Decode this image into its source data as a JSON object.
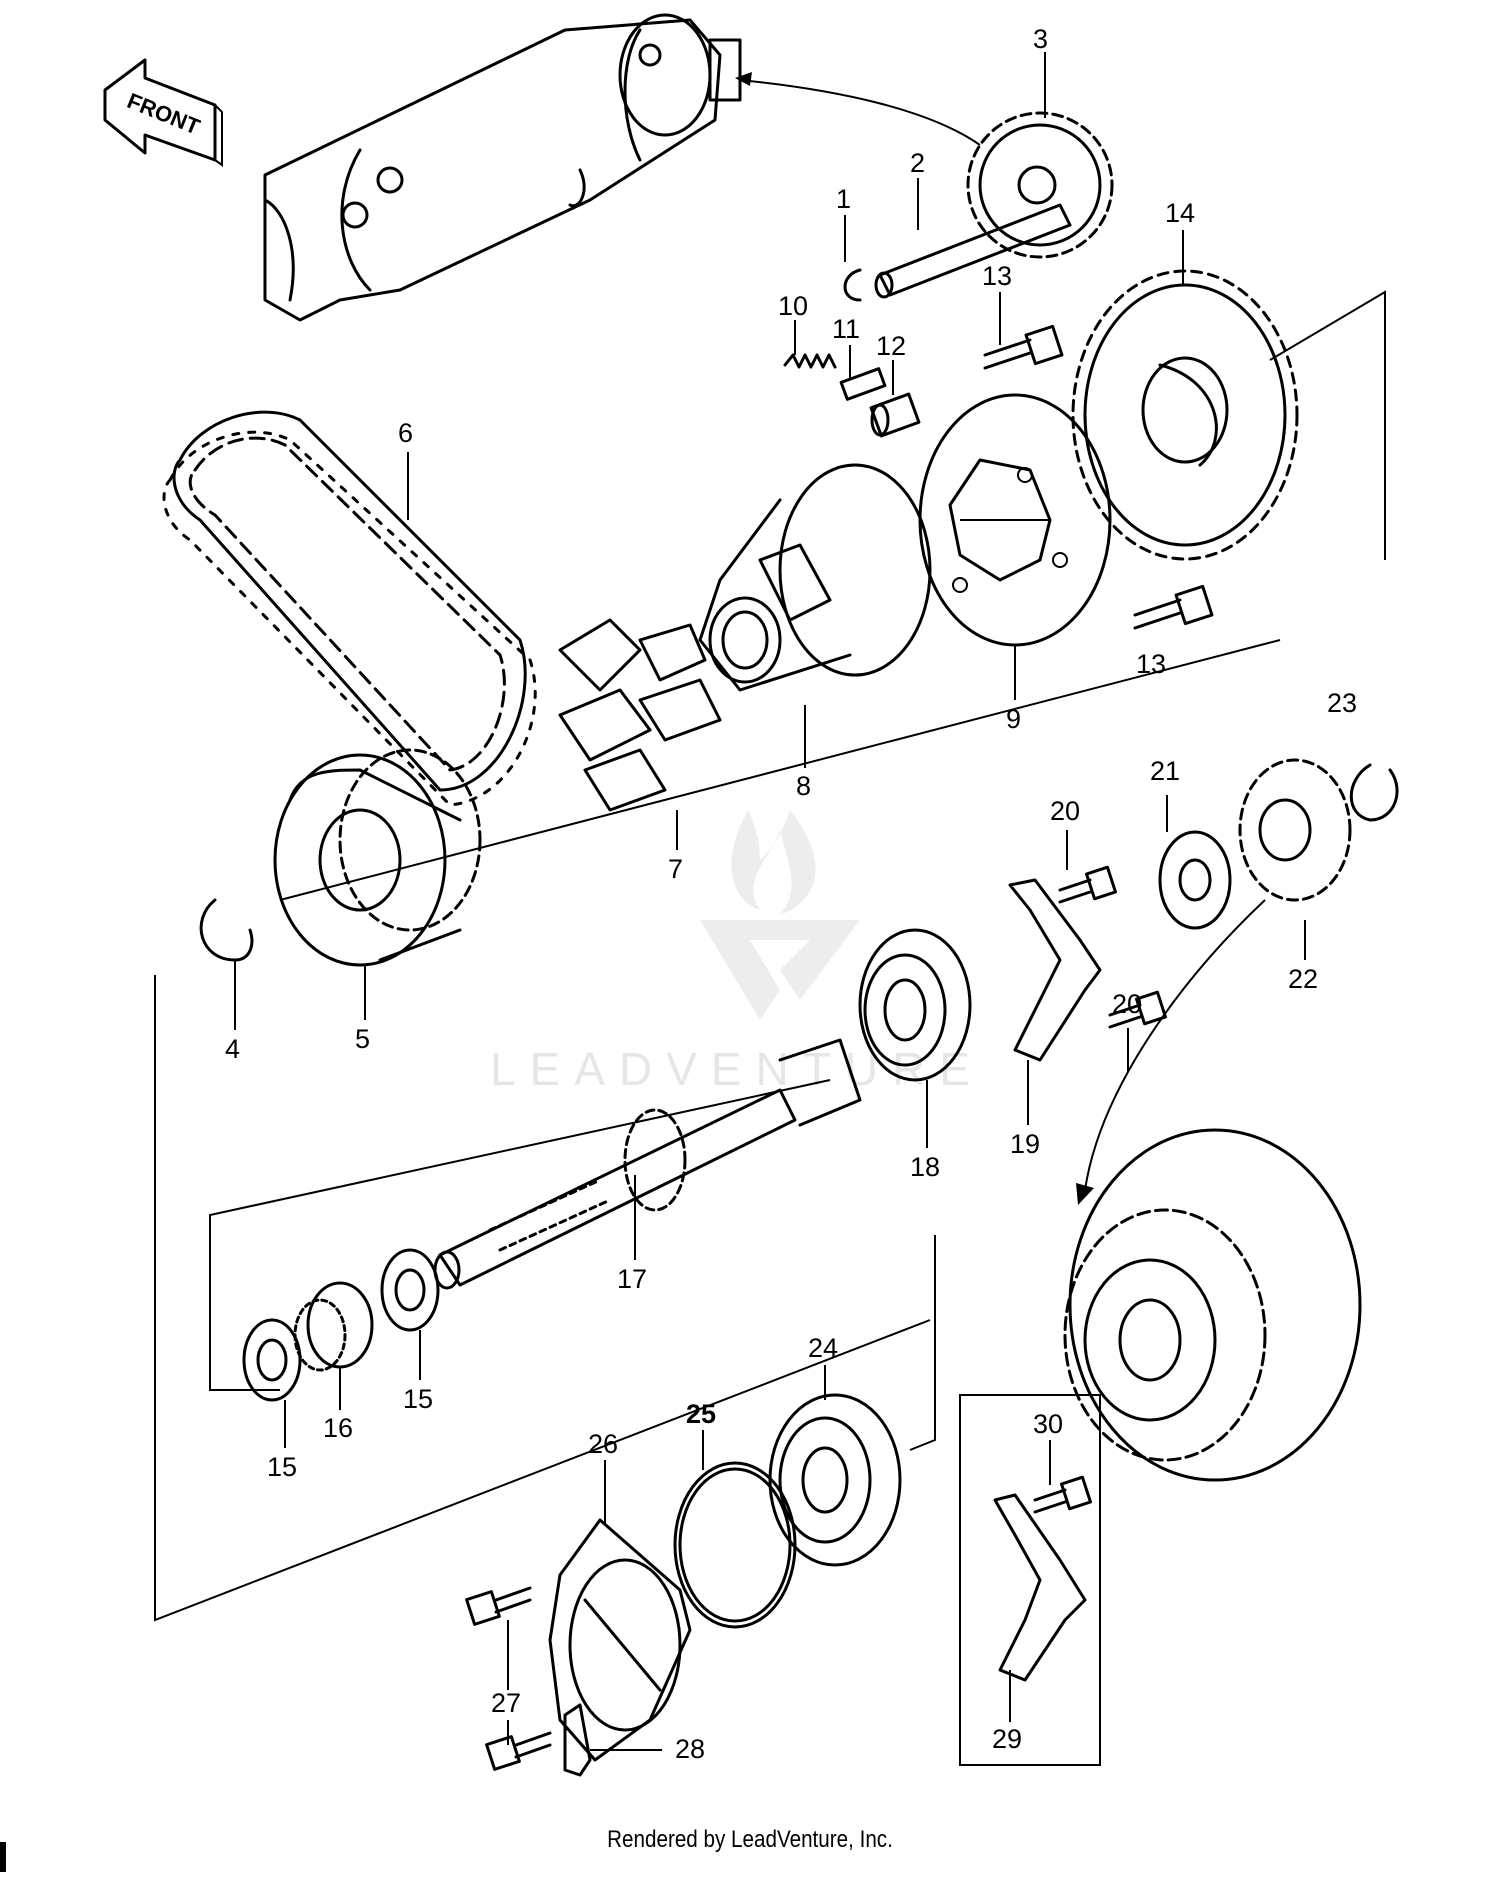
{
  "diagram": {
    "direction_label": "FRONT",
    "watermark": "LEADVENTURE",
    "footer": "Rendered by LeadVenture, Inc.",
    "callouts": [
      {
        "id": "c1",
        "text": "1"
      },
      {
        "id": "c2",
        "text": "2"
      },
      {
        "id": "c3",
        "text": "3"
      },
      {
        "id": "c4",
        "text": "4"
      },
      {
        "id": "c5",
        "text": "5"
      },
      {
        "id": "c6",
        "text": "6"
      },
      {
        "id": "c7",
        "text": "7"
      },
      {
        "id": "c8",
        "text": "8"
      },
      {
        "id": "c9",
        "text": "9"
      },
      {
        "id": "c10",
        "text": "10"
      },
      {
        "id": "c11",
        "text": "11"
      },
      {
        "id": "c12",
        "text": "12"
      },
      {
        "id": "c13a",
        "text": "13"
      },
      {
        "id": "c13b",
        "text": "13"
      },
      {
        "id": "c14",
        "text": "14"
      },
      {
        "id": "c15a",
        "text": "15"
      },
      {
        "id": "c15b",
        "text": "15"
      },
      {
        "id": "c16",
        "text": "16"
      },
      {
        "id": "c17",
        "text": "17"
      },
      {
        "id": "c18",
        "text": "18"
      },
      {
        "id": "c19",
        "text": "19"
      },
      {
        "id": "c20a",
        "text": "20"
      },
      {
        "id": "c20b",
        "text": "20"
      },
      {
        "id": "c21",
        "text": "21"
      },
      {
        "id": "c22",
        "text": "22"
      },
      {
        "id": "c23",
        "text": "23"
      },
      {
        "id": "c24",
        "text": "24"
      },
      {
        "id": "c25",
        "text": "25"
      },
      {
        "id": "c26",
        "text": "26"
      },
      {
        "id": "c27",
        "text": "27"
      },
      {
        "id": "c28",
        "text": "28"
      },
      {
        "id": "c29",
        "text": "29"
      },
      {
        "id": "c30",
        "text": "30"
      }
    ]
  }
}
